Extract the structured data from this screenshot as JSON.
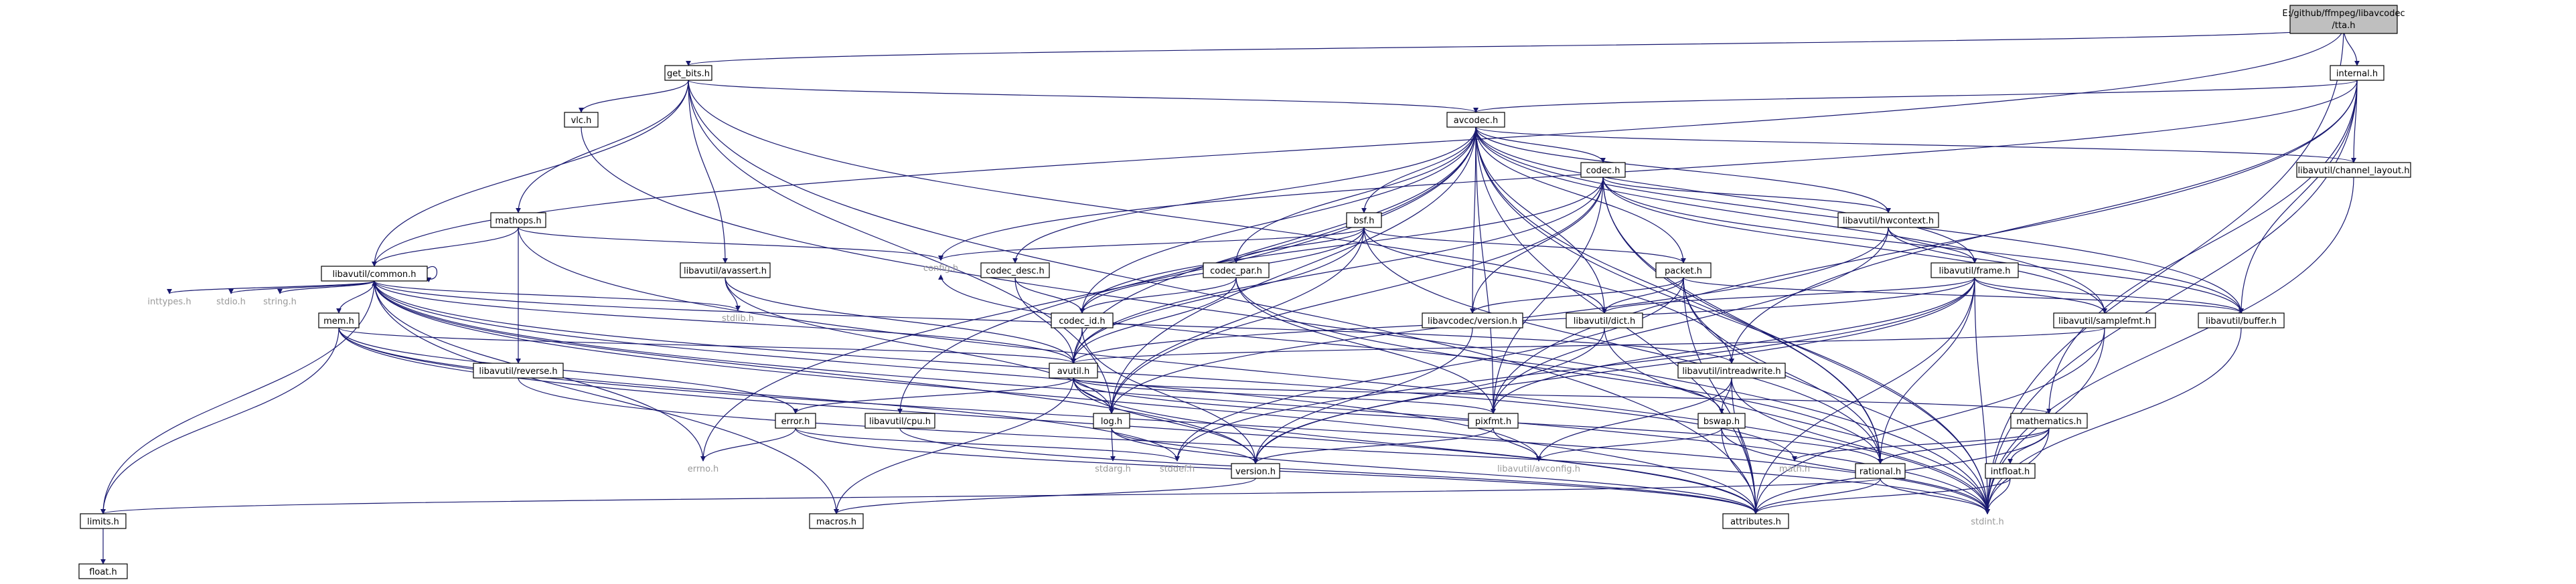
{
  "colors": {
    "edge": "#191970",
    "root_fill": "#bfbfbf",
    "node_border": "#000000",
    "plain_text": "#999999"
  },
  "nodes": {
    "root": [
      "E:/github/ffmpeg/libavcodec",
      "/tta.h"
    ],
    "get_bits": "get_bits.h",
    "internal": "internal.h",
    "vlc": "vlc.h",
    "avcodec": "avcodec.h",
    "mathops": "mathops.h",
    "channel_layout": "libavutil/channel_layout.h",
    "codec": "codec.h",
    "bsf": "bsf.h",
    "hwcontext": "libavutil/hwcontext.h",
    "config": "config.h",
    "codec_desc": "codec_desc.h",
    "codec_par": "codec_par.h",
    "packet": "packet.h",
    "frame": "libavutil/frame.h",
    "common": "libavutil/common.h",
    "avassert": "libavutil/avassert.h",
    "inttypes": "inttypes.h",
    "stdio": "stdio.h",
    "string": "string.h",
    "mem": "mem.h",
    "stdlib": "stdlib.h",
    "codec_id": "codec_id.h",
    "lavc_version": "libavcodec/version.h",
    "dict": "libavutil/dict.h",
    "samplefmt": "libavutil/samplefmt.h",
    "buffer": "libavutil/buffer.h",
    "reverse": "libavutil/reverse.h",
    "avutil": "avutil.h",
    "intreadwrite": "libavutil/intreadwrite.h",
    "error": "error.h",
    "cpu": "libavutil/cpu.h",
    "log": "log.h",
    "pixfmt": "pixfmt.h",
    "bswap": "bswap.h",
    "mathematics": "mathematics.h",
    "errno": "errno.h",
    "stdarg": "stdarg.h",
    "stddef": "stddef.h",
    "version": "version.h",
    "avconfig": "libavutil/avconfig.h",
    "math": "math.h",
    "rational": "rational.h",
    "intfloat": "intfloat.h",
    "limits": "limits.h",
    "macros": "macros.h",
    "attributes": "attributes.h",
    "stdint": "stdint.h",
    "float": "float.h"
  }
}
